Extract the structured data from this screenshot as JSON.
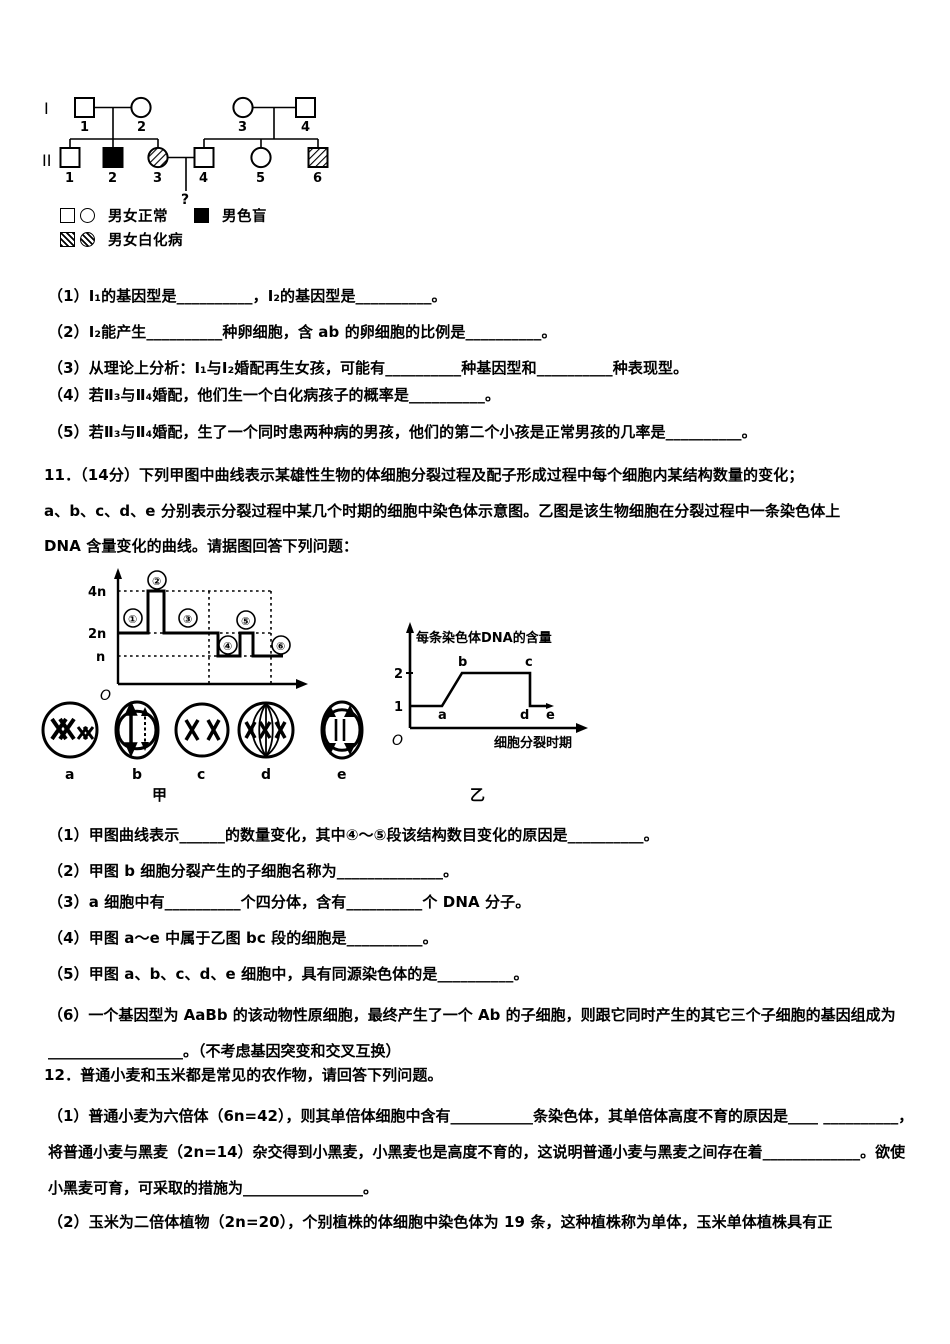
{
  "document": {
    "type": "biology-exam-page",
    "language": "zh-CN"
  },
  "pedigree": {
    "generation_labels": [
      "I",
      "II"
    ],
    "individuals": [
      {
        "id": "I-1",
        "label": "1",
        "shape": "square",
        "fill": "open",
        "meaning": "男正常"
      },
      {
        "id": "I-2",
        "label": "2",
        "shape": "circle",
        "fill": "open",
        "meaning": "女正常"
      },
      {
        "id": "I-3",
        "label": "3",
        "shape": "circle",
        "fill": "open",
        "meaning": "女正常"
      },
      {
        "id": "I-4",
        "label": "4",
        "shape": "square",
        "fill": "open",
        "meaning": "男正常"
      },
      {
        "id": "II-1",
        "label": "1",
        "shape": "square",
        "fill": "open",
        "meaning": "男正常"
      },
      {
        "id": "II-2",
        "label": "2",
        "shape": "square",
        "fill": "solid",
        "meaning": "男色盲"
      },
      {
        "id": "II-3",
        "label": "3",
        "shape": "circle",
        "fill": "hatched",
        "meaning": "女白化病"
      },
      {
        "id": "II-4",
        "label": "4",
        "shape": "square",
        "fill": "open",
        "meaning": "男正常"
      },
      {
        "id": "II-5",
        "label": "5",
        "shape": "circle",
        "fill": "open",
        "meaning": "女正常"
      },
      {
        "id": "II-6",
        "label": "6",
        "shape": "square",
        "fill": "hatched",
        "meaning": "男白化病"
      }
    ],
    "offspring_marker": "?",
    "legend": [
      {
        "symbols": [
          "square-open",
          "circle-open"
        ],
        "text": "男女正常"
      },
      {
        "symbols": [
          "square-solid"
        ],
        "text": "男色盲"
      },
      {
        "symbols": [
          "square-hatched",
          "circle-hatched"
        ],
        "text": "男女白化病"
      }
    ]
  },
  "q10": {
    "items": [
      "（1）Ⅰ₁的基因型是__________，Ⅰ₂的基因型是__________。",
      "（2）Ⅰ₂能产生__________种卵细胞，含 ab 的卵细胞的比例是__________。",
      "（3）从理论上分析：Ⅰ₁与Ⅰ₂婚配再生女孩，可能有__________种基因型和__________种表现型。",
      "（4）若Ⅱ₃与Ⅱ₄婚配，他们生一个白化病孩子的概率是__________。",
      "（5）若Ⅱ₃与Ⅱ₄婚配，生了一个同时患两种病的男孩，他们的第二个小孩是正常男孩的几率是__________。"
    ]
  },
  "q11": {
    "stem_lines": [
      "11．（14分）下列甲图中曲线表示某雄性生物的体细胞分裂过程及配子形成过程中每个细胞内某结构数量的变化；",
      "a、b、c、d、e 分别表示分裂过程中某几个时期的细胞中染色体示意图。乙图是该生物细胞在分裂过程中一条染色体上",
      "DNA 含量变化的曲线。请据图回答下列问题："
    ],
    "figure_labels": {
      "jia": "甲",
      "yi": "乙"
    },
    "items": [
      "（1）甲图曲线表示______的数量变化，其中④～⑤段该结构数目变化的原因是__________。",
      "（2）甲图 b 细胞分裂产生的子细胞名称为______________。",
      "（3）a 细胞中有__________个四分体，含有__________个 DNA 分子。",
      "（4）甲图 a～e 中属于乙图 bc 段的细胞是__________。",
      "（5）甲图 a、b、c、d、e 细胞中，具有同源染色体的是__________。"
    ],
    "item6": "（6）一个基因型为 AaBb 的该动物性原细胞，最终产生了一个 Ab 的子细胞，则跟它同时产生的其它三个子细胞的基因组成为__________________。（不考虑基因突变和交叉互换）"
  },
  "q12": {
    "stem": "12．普通小麦和玉米都是常见的农作物，请回答下列问题。",
    "item1": "（1）普通小麦为六倍体（6n=42），则其单倍体细胞中含有___________条染色体，其单倍体高度不育的原因是____ __________，将普通小麦与黑麦（2n=14）杂交得到小黑麦，小黑麦也是高度不育的，这说明普通小麦与黑麦之间存在着_____________。欲使小黑麦可育，可采取的措施为________________。",
    "item2": "（2）玉米为二倍体植物（2n=20），个别植株的体细胞中染色体为 19 条，这种植株称为单体，玉米单体植株具有正"
  },
  "chart_data": [
    {
      "id": "jia",
      "type": "line",
      "title": "甲",
      "xlabel": "",
      "ylabel": "",
      "origin_label": "O",
      "ytick_labels": [
        "n",
        "2n",
        "4n"
      ],
      "ytick_values": [
        1,
        2,
        4
      ],
      "ylim": [
        0,
        4.8
      ],
      "xlim": [
        0,
        10
      ],
      "grid": false,
      "segment_markers": [
        "①",
        "②",
        "③",
        "④",
        "⑤",
        "⑥"
      ],
      "step_points": [
        {
          "x": 0.0,
          "y": 2
        },
        {
          "x": 2.0,
          "y": 2
        },
        {
          "x": 2.0,
          "y": 4
        },
        {
          "x": 3.1,
          "y": 4
        },
        {
          "x": 3.1,
          "y": 2
        },
        {
          "x": 5.6,
          "y": 2
        },
        {
          "x": 5.6,
          "y": 1
        },
        {
          "x": 6.7,
          "y": 1
        },
        {
          "x": 6.7,
          "y": 2
        },
        {
          "x": 7.4,
          "y": 2
        },
        {
          "x": 7.4,
          "y": 1
        },
        {
          "x": 9.0,
          "y": 1
        }
      ],
      "description": "阶梯曲线：2n→4n→2n→n→2n→n，表示每个细胞内某结构数量变化"
    },
    {
      "id": "yi",
      "type": "line",
      "title": "乙",
      "ylabel": "每条染色体DNA的含量",
      "xlabel": "细胞分裂时期",
      "origin_label": "O",
      "ytick_labels": [
        "1",
        "2"
      ],
      "ytick_values": [
        1,
        2
      ],
      "ylim": [
        0,
        2.6
      ],
      "xlim": [
        0,
        10
      ],
      "grid": false,
      "point_labels": [
        "a",
        "b",
        "c",
        "d",
        "e"
      ],
      "points": [
        {
          "label": "",
          "x": 0.0,
          "y": 1
        },
        {
          "label": "a",
          "x": 2.3,
          "y": 1
        },
        {
          "label": "b",
          "x": 3.7,
          "y": 2
        },
        {
          "label": "c",
          "x": 7.3,
          "y": 2
        },
        {
          "label": "d",
          "x": 7.3,
          "y": 1
        },
        {
          "label": "e",
          "x": 8.6,
          "y": 1
        }
      ]
    }
  ],
  "cells": {
    "labels": [
      "a",
      "b",
      "c",
      "d",
      "e"
    ],
    "descriptions": [
      "圆形细胞内有两对联会染色体（四分体）",
      "细胞拉长，纺锤丝与染色体分向两极",
      "圆形细胞内有两条散开染色体",
      "圆形细胞内染色体排列于赤道板，有纺锤体",
      "细胞拉长，染色单体分开移向两极"
    ]
  }
}
